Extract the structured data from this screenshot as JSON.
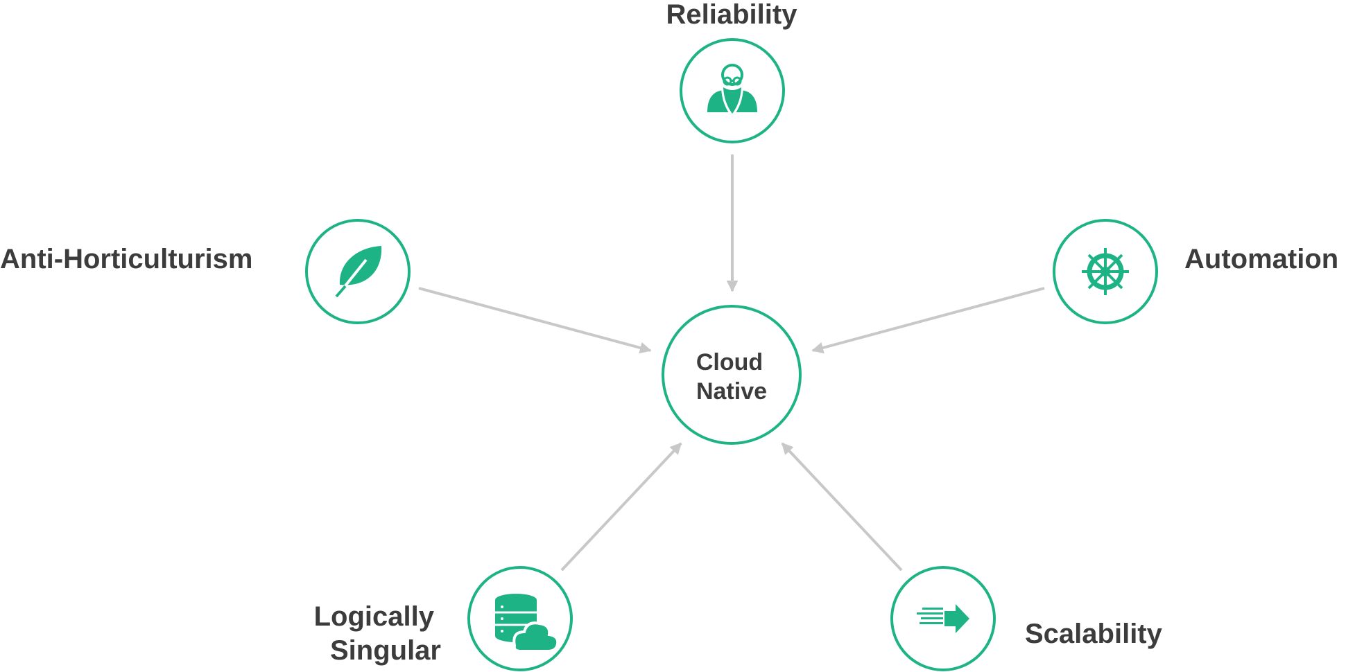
{
  "center": {
    "line1": "Cloud",
    "line2": "Native"
  },
  "nodes": [
    {
      "id": "reliability",
      "label_lines": [
        "Reliability"
      ],
      "icon": "bearded-sage-icon"
    },
    {
      "id": "anti-horticulturism",
      "label_lines": [
        "Anti-Horticulturism"
      ],
      "icon": "leaf-icon"
    },
    {
      "id": "automation",
      "label_lines": [
        "Automation"
      ],
      "icon": "ship-wheel-icon"
    },
    {
      "id": "logically-singular",
      "label_lines": [
        "Logically",
        "Singular"
      ],
      "icon": "database-cloud-icon"
    },
    {
      "id": "scalability",
      "label_lines": [
        "Scalability"
      ],
      "icon": "speed-arrow-icon"
    }
  ],
  "edges": [
    {
      "from": "reliability",
      "to": "center"
    },
    {
      "from": "anti-horticulturism",
      "to": "center"
    },
    {
      "from": "automation",
      "to": "center"
    },
    {
      "from": "logically-singular",
      "to": "center"
    },
    {
      "from": "scalability",
      "to": "center"
    }
  ],
  "colors": {
    "accent": "#1db385",
    "arrow": "#c8c8c8",
    "text": "#3c3c3c",
    "background": "#ffffff"
  }
}
